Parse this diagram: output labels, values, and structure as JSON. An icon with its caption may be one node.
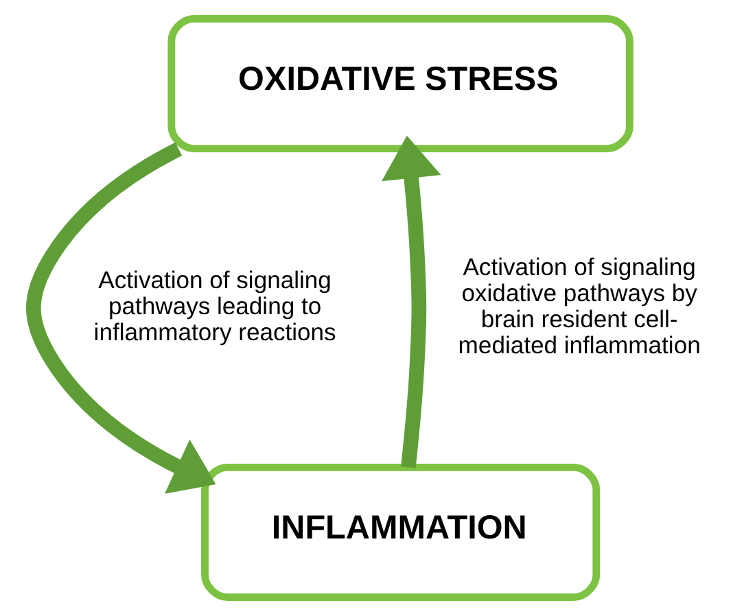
{
  "diagram": {
    "nodes": [
      {
        "text": [
          "OXIDATIVE STRESS"
        ]
      },
      {
        "text": [
          "INFLAMMATION"
        ]
      }
    ],
    "edges": [
      {
        "from": 0,
        "to": 1,
        "arrow": "to",
        "label": "Activation of signaling pathways leading to inflammatory reactions"
      },
      {
        "from": 1,
        "to": 0,
        "arrow": "to",
        "label": "Activation of signaling oxidative pathways by brain resident cell-mediated inflammation"
      }
    ]
  }
}
